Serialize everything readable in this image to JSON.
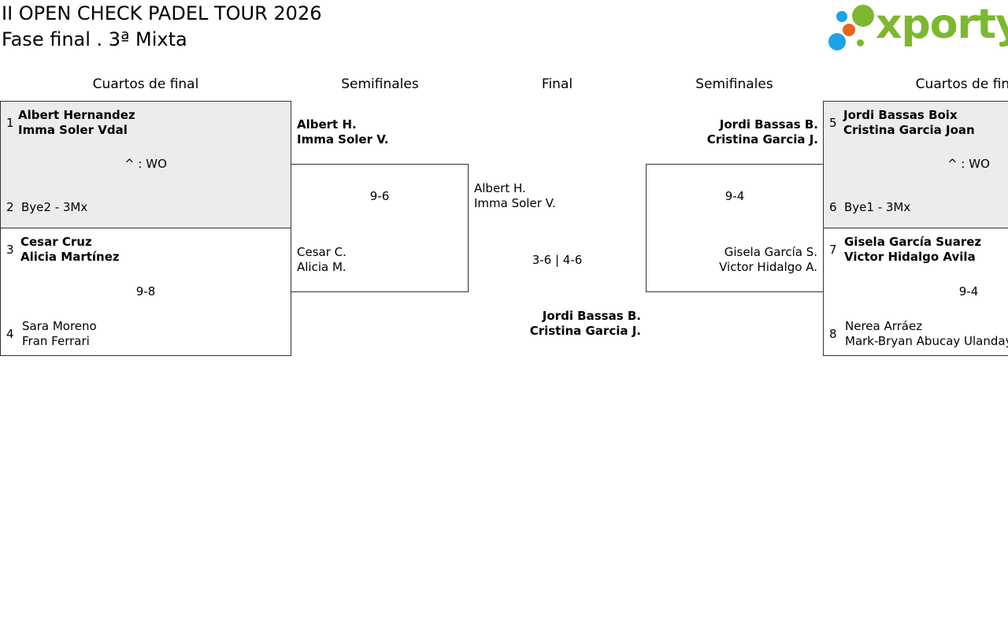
{
  "header": {
    "title": "II OPEN CHECK PADEL TOUR 2026",
    "subtitle": "Fase final . 3ª Mixta"
  },
  "logo": {
    "text": "xporty",
    "colors": [
      "#1aa3e8",
      "#7cb82f",
      "#e8651a"
    ]
  },
  "columns": [
    "Cuartos de final",
    "Semifinales",
    "Final",
    "Semifinales",
    "Cuartos de final"
  ],
  "left_qf": {
    "m1": {
      "seedA": "1",
      "teamA": [
        "Albert Hernandez",
        "Imma Soler Vdal"
      ],
      "score": "^ : WO",
      "seedB": "2",
      "teamB": "Bye2 - 3Mx"
    },
    "m2": {
      "seedA": "3",
      "teamA": [
        "Cesar Cruz",
        "Alicia Martínez"
      ],
      "score": "9-8",
      "seedB": "4",
      "teamB": [
        "Sara Moreno",
        "Fran Ferrari"
      ]
    }
  },
  "left_sf": {
    "teamA": [
      "Albert H.",
      "Imma Soler V."
    ],
    "score": "9-6",
    "teamB": [
      "Cesar C.",
      "Alicia M."
    ]
  },
  "final": {
    "teamA": [
      "Albert H.",
      "Imma Soler V."
    ],
    "score": "3-6 | 4-6",
    "winner": [
      "Jordi Bassas B.",
      "Cristina Garcia J."
    ]
  },
  "right_sf": {
    "teamA": [
      "Jordi Bassas B.",
      "Cristina Garcia J."
    ],
    "score": "9-4",
    "teamB": [
      "Gisela García S.",
      "Victor Hidalgo A."
    ]
  },
  "right_qf": {
    "m1": {
      "seedA": "5",
      "teamA": [
        "Jordi Bassas Boix",
        "Cristina Garcia Joan"
      ],
      "score": "^ : WO",
      "seedB": "6",
      "teamB": "Bye1 - 3Mx"
    },
    "m2": {
      "seedA": "7",
      "teamA": [
        "Gisela García Suarez",
        "Victor Hidalgo Avila"
      ],
      "score": "9-4",
      "seedB": "8",
      "teamB": [
        "Nerea Arráez",
        "Mark-Bryan Abucay Ulanday"
      ]
    }
  }
}
